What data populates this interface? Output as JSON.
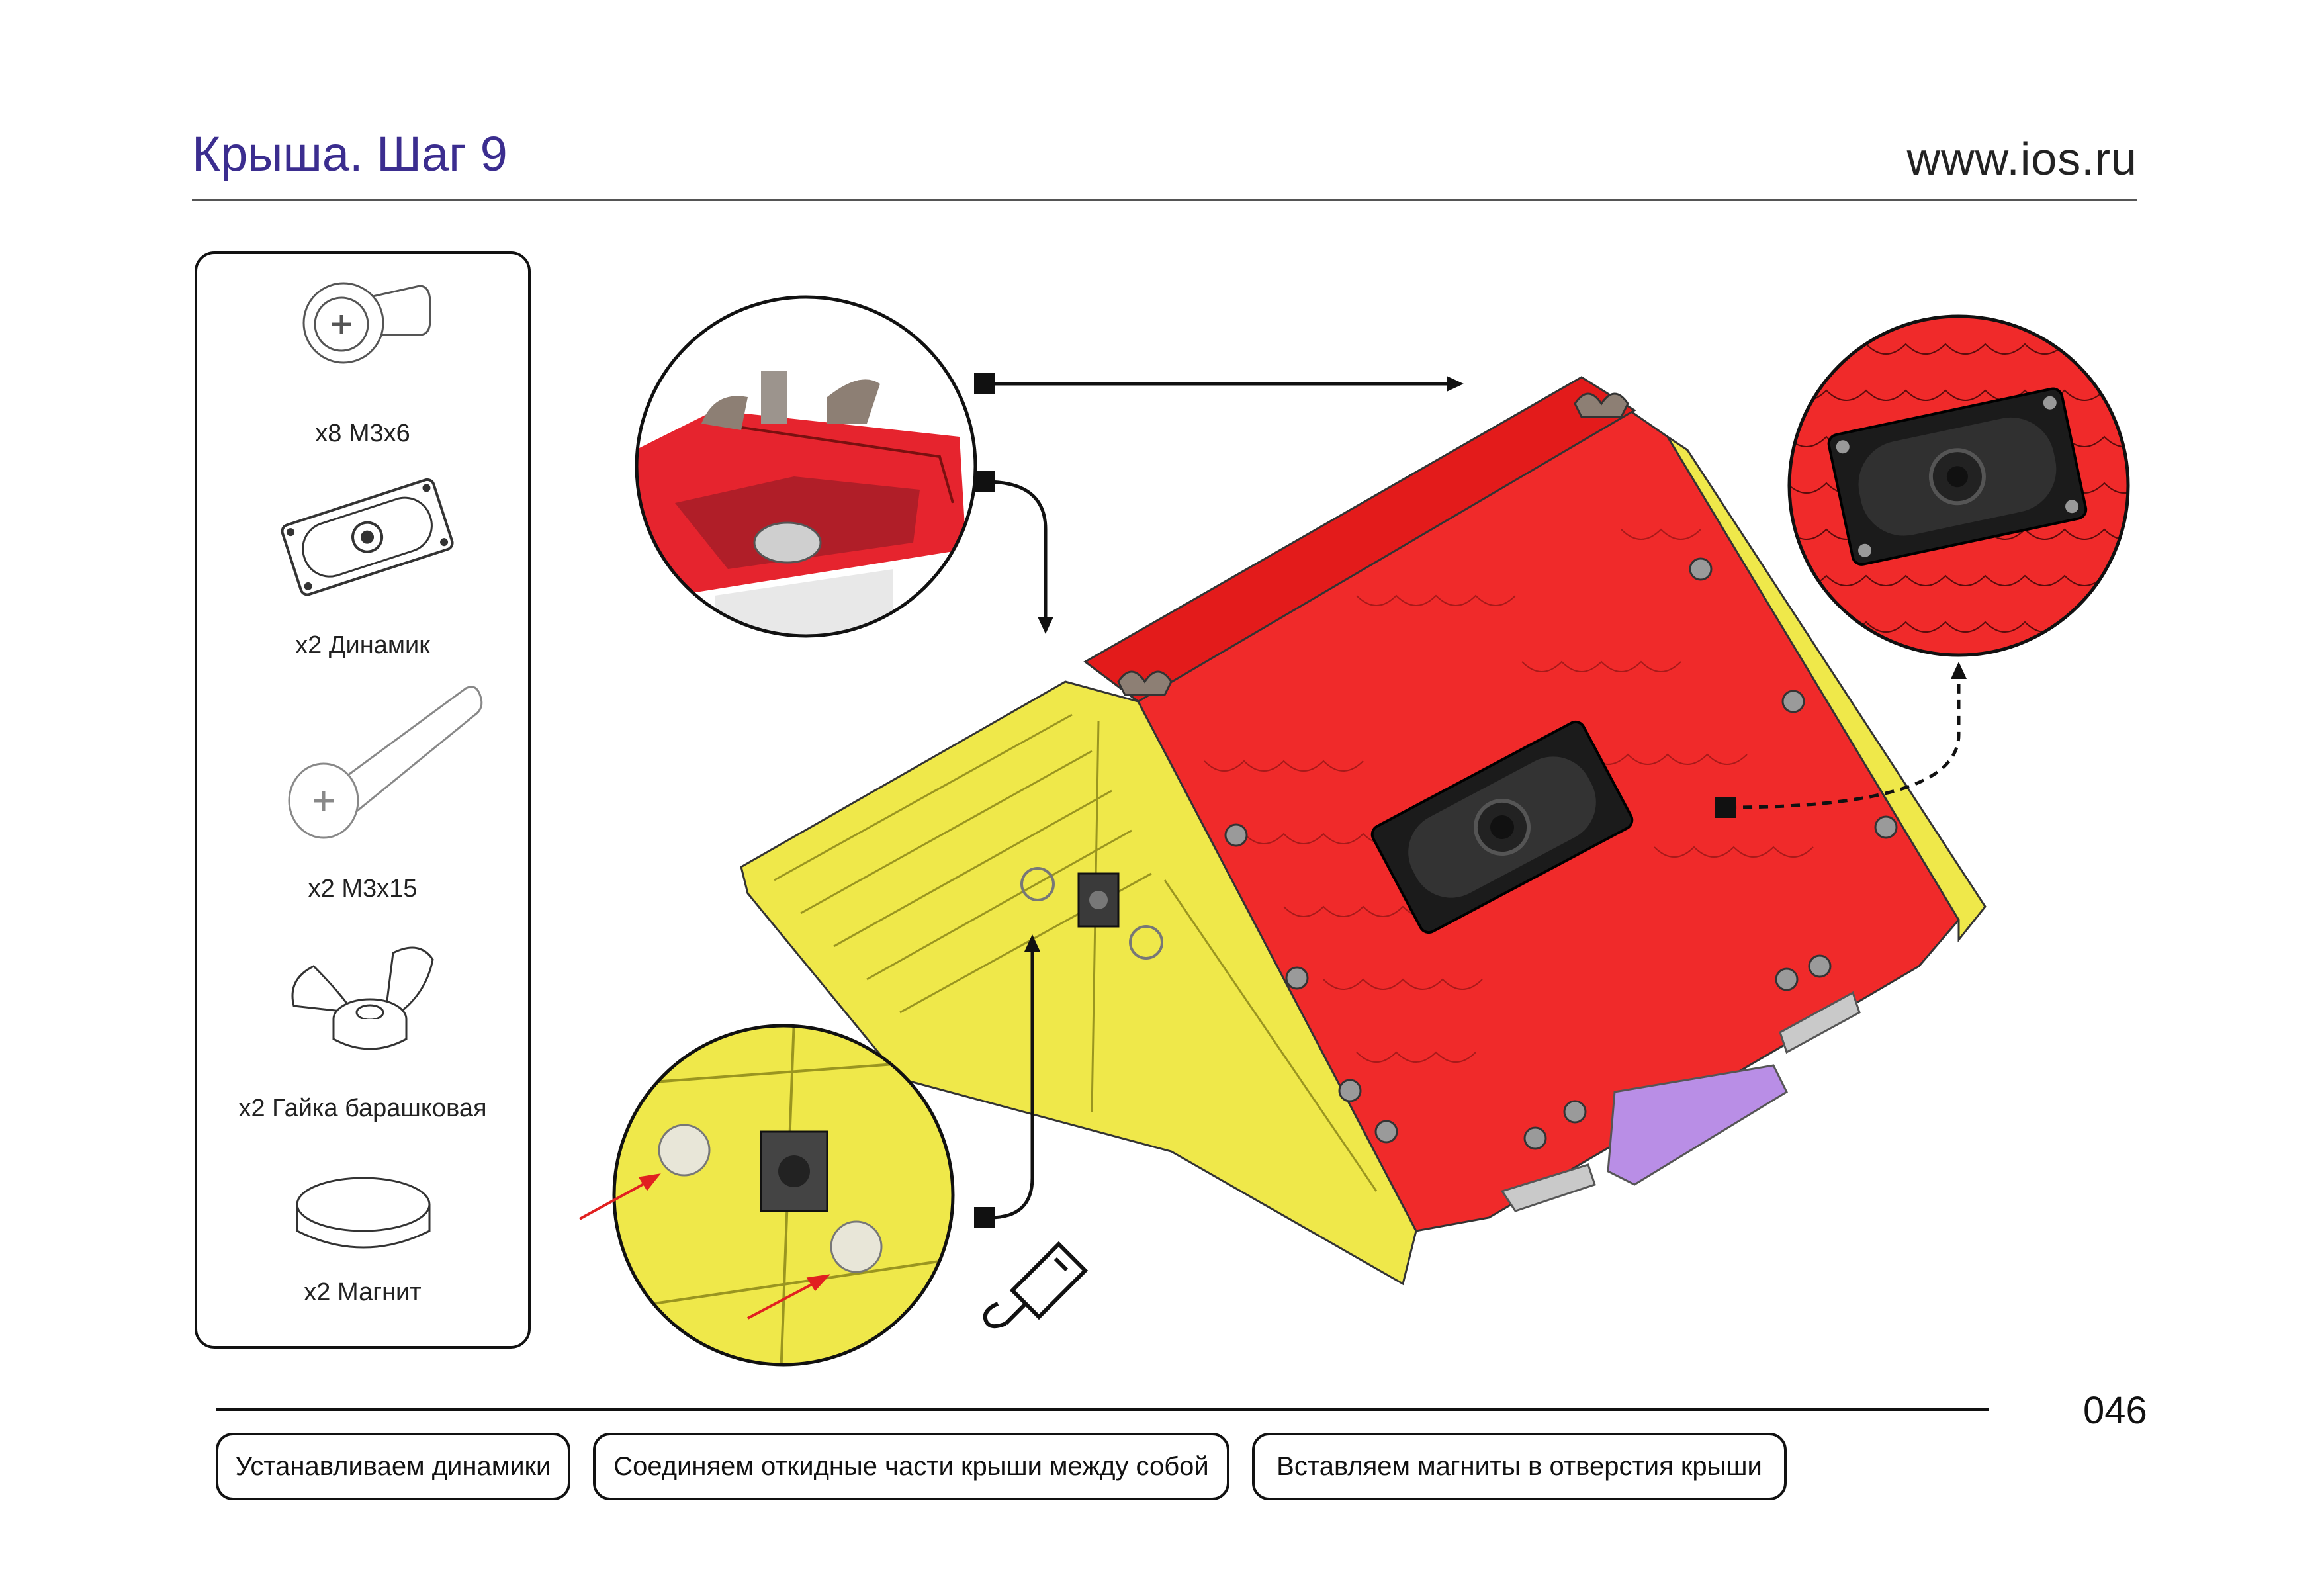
{
  "header": {
    "title": "Крыша. Шаг 9",
    "site": "www.ios.ru"
  },
  "parts": [
    {
      "icon": "screw-m3x6-icon",
      "label": "x8 M3x6"
    },
    {
      "icon": "speaker-icon",
      "label": "x2 Динамик"
    },
    {
      "icon": "screw-m3x15-icon",
      "label": "x2 M3x15"
    },
    {
      "icon": "wing-nut-icon",
      "label": "x2 Гайка барашковая"
    },
    {
      "icon": "magnet-icon",
      "label": "x2 Магнит"
    }
  ],
  "page_number": "046",
  "steps": [
    {
      "label": "Устанавливаем динамики"
    },
    {
      "label": "Соединяем откидные части крыши между собой"
    },
    {
      "label": "Вставляем магниты в отверстия крыши"
    }
  ],
  "colors": {
    "title": "#3b2d8f",
    "roof_red": "#f02a2a",
    "roof_yellow": "#efe84a",
    "hinge_purple": "#b98ee6"
  }
}
